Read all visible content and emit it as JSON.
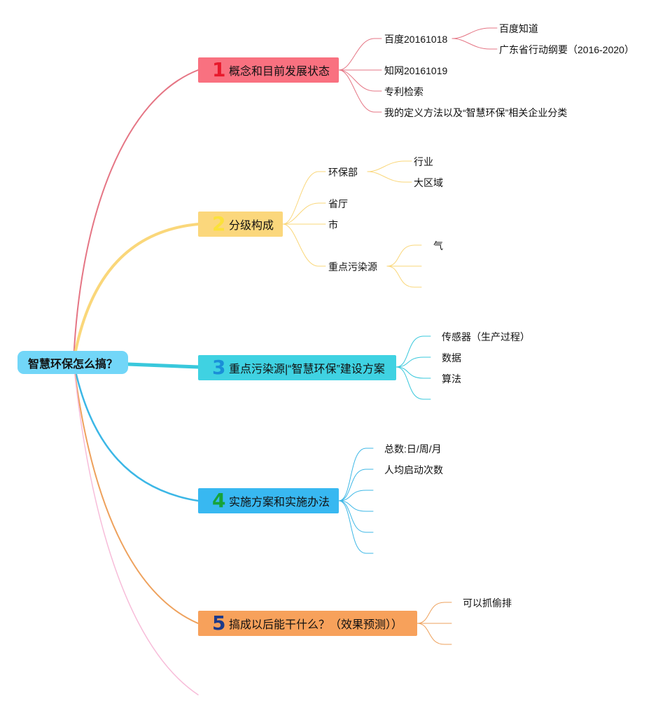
{
  "root": {
    "label": "智慧环保怎么搞？"
  },
  "topics": [
    {
      "num": "1",
      "label": "概念和目前发展状态",
      "color": "#f97180",
      "num_color": "#e8192c",
      "children": [
        {
          "label": "百度20161018",
          "children": [
            "百度知道",
            "广东省行动纲要（2016-2020）"
          ]
        },
        {
          "label": "知网20161019"
        },
        {
          "label": "专利检索"
        },
        {
          "label": "我的定义方法以及“智慧环保”相关企业分类"
        }
      ]
    },
    {
      "num": "2",
      "label": "分级构成",
      "color": "#fbd77c",
      "num_color": "#fbe13a",
      "children": [
        {
          "label": "环保部",
          "children": [
            "行业",
            "大区域"
          ]
        },
        {
          "label": "省厅"
        },
        {
          "label": "市"
        },
        {
          "label": "重点污染源",
          "children": [
            "气",
            "",
            ""
          ]
        }
      ]
    },
    {
      "num": "3",
      "label": "重点污染源|“智慧环保”建设方案",
      "color": "#3fd2e2",
      "num_color": "#1a8fd8",
      "children": [
        {
          "label": "传感器（生产过程）"
        },
        {
          "label": "数据"
        },
        {
          "label": "算法"
        },
        {
          "label": ""
        }
      ]
    },
    {
      "num": "4",
      "label": "实施方案和实施办法",
      "color": "#38b8f1",
      "num_color": "#17a33a",
      "children": [
        {
          "label": "总数:日/周/月"
        },
        {
          "label": "人均启动次数"
        },
        {
          "label": ""
        },
        {
          "label": ""
        },
        {
          "label": ""
        },
        {
          "label": ""
        }
      ]
    },
    {
      "num": "5",
      "label": "搞成以后能干什么？（效果预测））",
      "color": "#f7a15b",
      "num_color": "#1d3a8a",
      "children": [
        {
          "label": "可以抓偷排"
        },
        {
          "label": ""
        },
        {
          "label": ""
        }
      ]
    }
  ],
  "colors": {
    "branch1": "#e57584",
    "branch2": "#fad77a",
    "branch3": "#39c8dc",
    "branch4": "#3cb7e6",
    "branch5": "#eea15c",
    "branch6": "#f7bcd9"
  }
}
